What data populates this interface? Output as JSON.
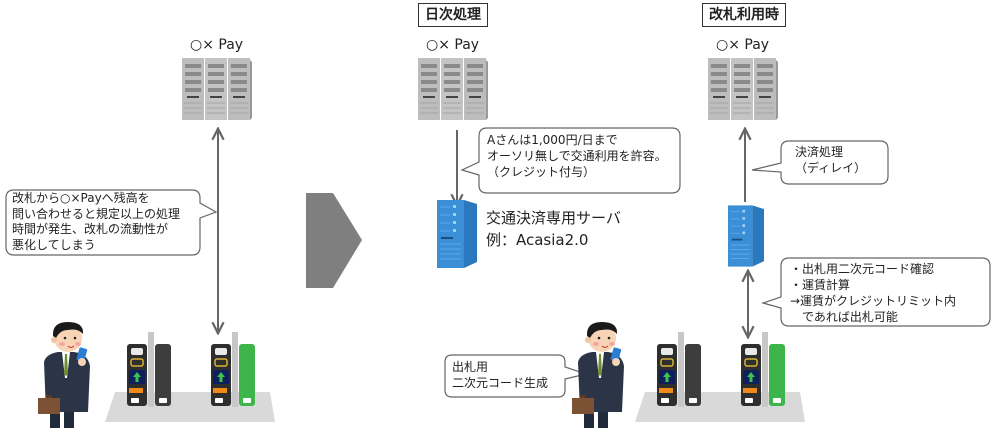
{
  "left": {
    "service_label": "○× Pay",
    "bubble_lines": [
      "改札から○×Payへ残高を",
      "問い合わせると規定以上の処理",
      "時間が発生、改札の流動性が",
      "悪化してしまう"
    ]
  },
  "middle": {
    "title": "日次処理",
    "service_label": "○× Pay",
    "bubble_lines": [
      "Aさんは1,000円/日まで",
      "オーソリ無しで交通利用を許容。",
      "（クレジット付与）"
    ],
    "server_name": "交通決済専用サーバ",
    "server_example": "例：Acasia2.0",
    "qr_bubble_lines": [
      "出札用",
      "二次元コード生成"
    ]
  },
  "right": {
    "title": "改札利用時",
    "service_label": "○× Pay",
    "settlement_bubble_lines": [
      "決済処理",
      "（ディレイ）"
    ],
    "gate_bubble_lines": [
      "・出札用二次元コード確認",
      "・運賃計算",
      "→運賃がクレジットリミット内",
      "　であれば出札可能"
    ]
  },
  "colors": {
    "server_blue": "#3a8fd6",
    "gate_green": "#3db54a",
    "arrow_gray": "#808080"
  }
}
